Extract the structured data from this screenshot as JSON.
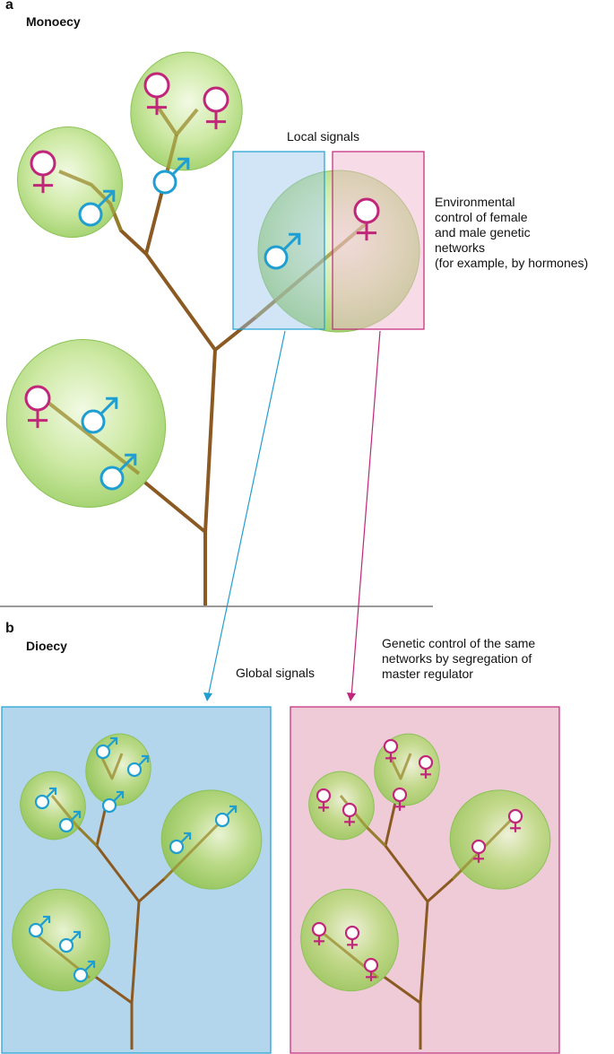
{
  "panel_a": {
    "letter": "a",
    "title": "Monoecy",
    "local_signals_label": "Local signals",
    "environmental_label": [
      "Environmental",
      "control of female",
      "and male genetic",
      "networks",
      "(for example, by hormones)"
    ]
  },
  "panel_b": {
    "letter": "b",
    "title": "Dioecy",
    "global_signals_label": "Global signals",
    "genetic_label": [
      "Genetic control of the same",
      "networks by segregation of",
      "master regulator"
    ]
  },
  "colors": {
    "female": "#c0267a",
    "male": "#1f9fd1",
    "stem": "#8b5a22",
    "leaf": "#a3d36f",
    "blue_panel": "#b3d6ec",
    "pink_panel": "#efcbd7",
    "ground": "#999999"
  },
  "icons": [
    "female-symbol-icon",
    "male-symbol-icon"
  ]
}
